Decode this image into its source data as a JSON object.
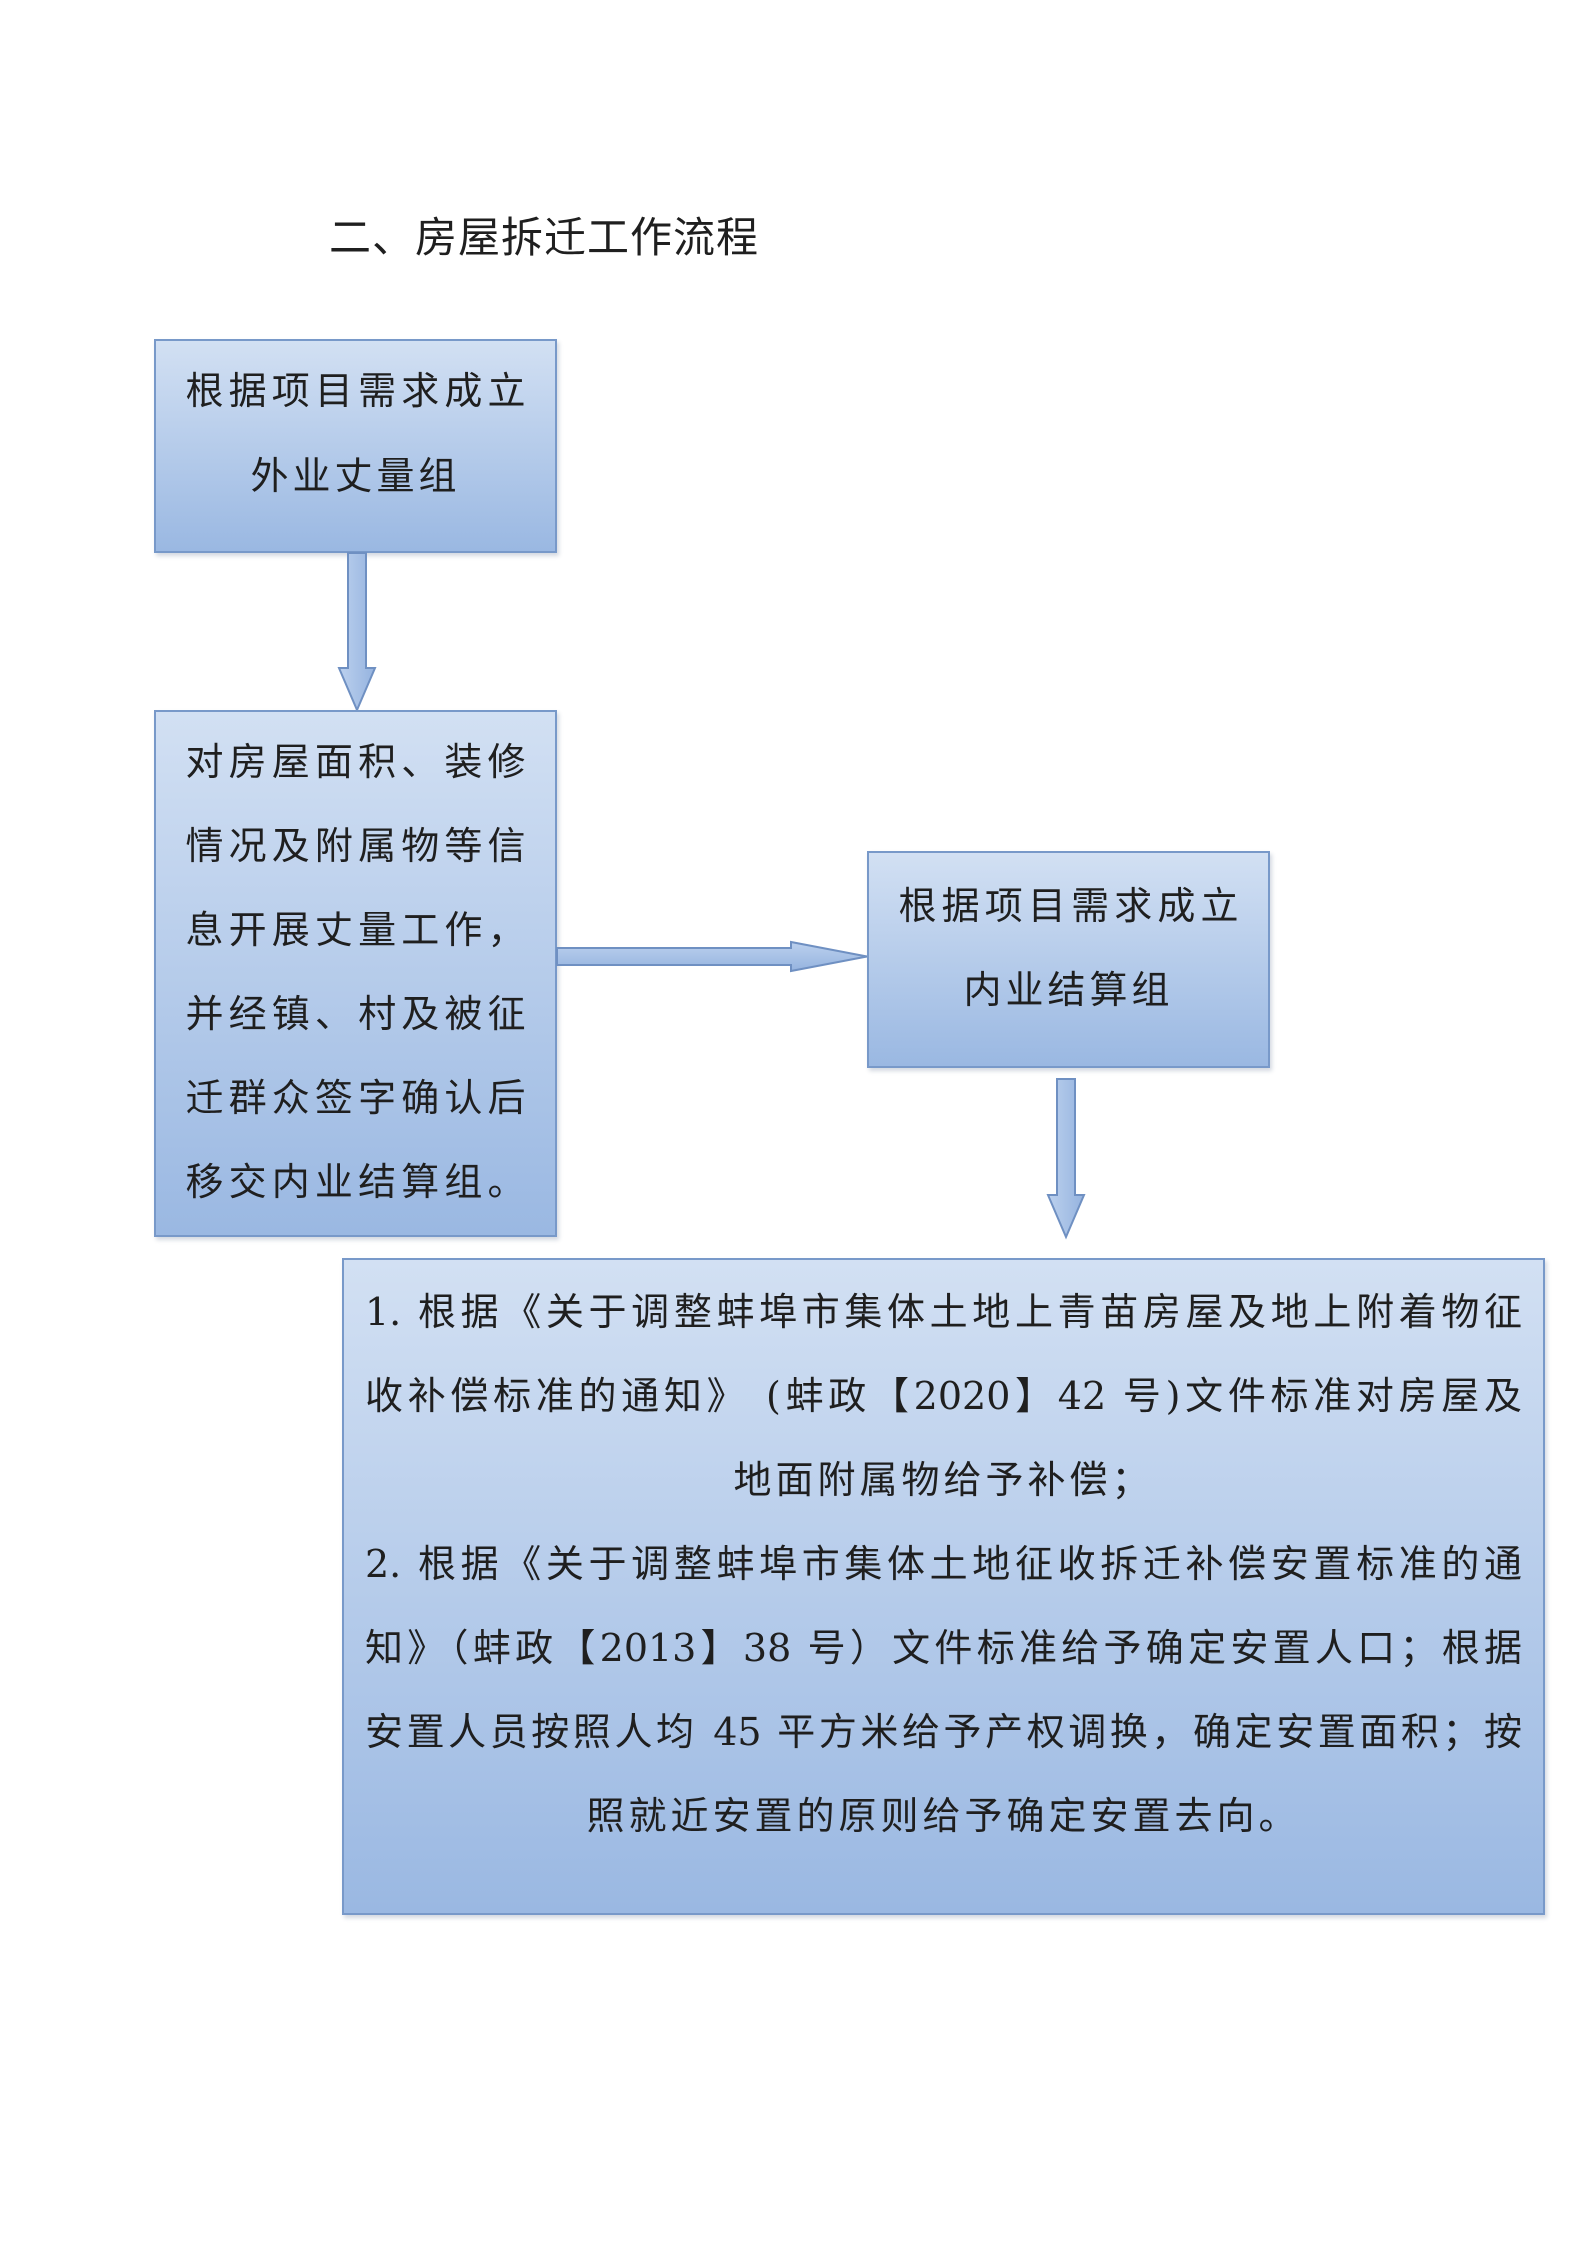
{
  "title": "二、房屋拆迁工作流程",
  "flowchart": {
    "survey_group": [
      "根据项目需求成立",
      "外业丈量组"
    ],
    "survey_work": [
      "对房屋面积、装修",
      "情况及附属物等信",
      "息开展丈量工作，",
      "并经镇、村及被征",
      "迁群众签字确认后",
      "移交内业结算组。"
    ],
    "settlement_group": [
      "根据项目需求成立",
      "内业结算组"
    ],
    "compensation": [
      "1. 根据《关于调整蚌埠市集体土地上青苗房屋及地上附着物征",
      "收补偿标准的通知》 (蚌政【2020】42 号)文件标准对房屋及",
      "地面附属物给予补偿；",
      "2. 根据《关于调整蚌埠市集体土地征收拆迁补偿安置标准的通",
      "知》（蚌政【2013】38 号）文件标准给予确定安置人口；根据",
      "安置人员按照人均 45 平方米给予产权调换，确定安置面积；按",
      "照就近安置的原则给予确定安置去向。"
    ]
  },
  "colors": {
    "box_fill_top": "#d2e0f3",
    "box_fill_bottom": "#9ab8e2",
    "box_border": "#7899c9",
    "arrow_fill_top": "#bcd1ee",
    "arrow_fill_bottom": "#95b3df",
    "arrow_stroke": "#6f90c2",
    "text": "#1f1f1f"
  }
}
